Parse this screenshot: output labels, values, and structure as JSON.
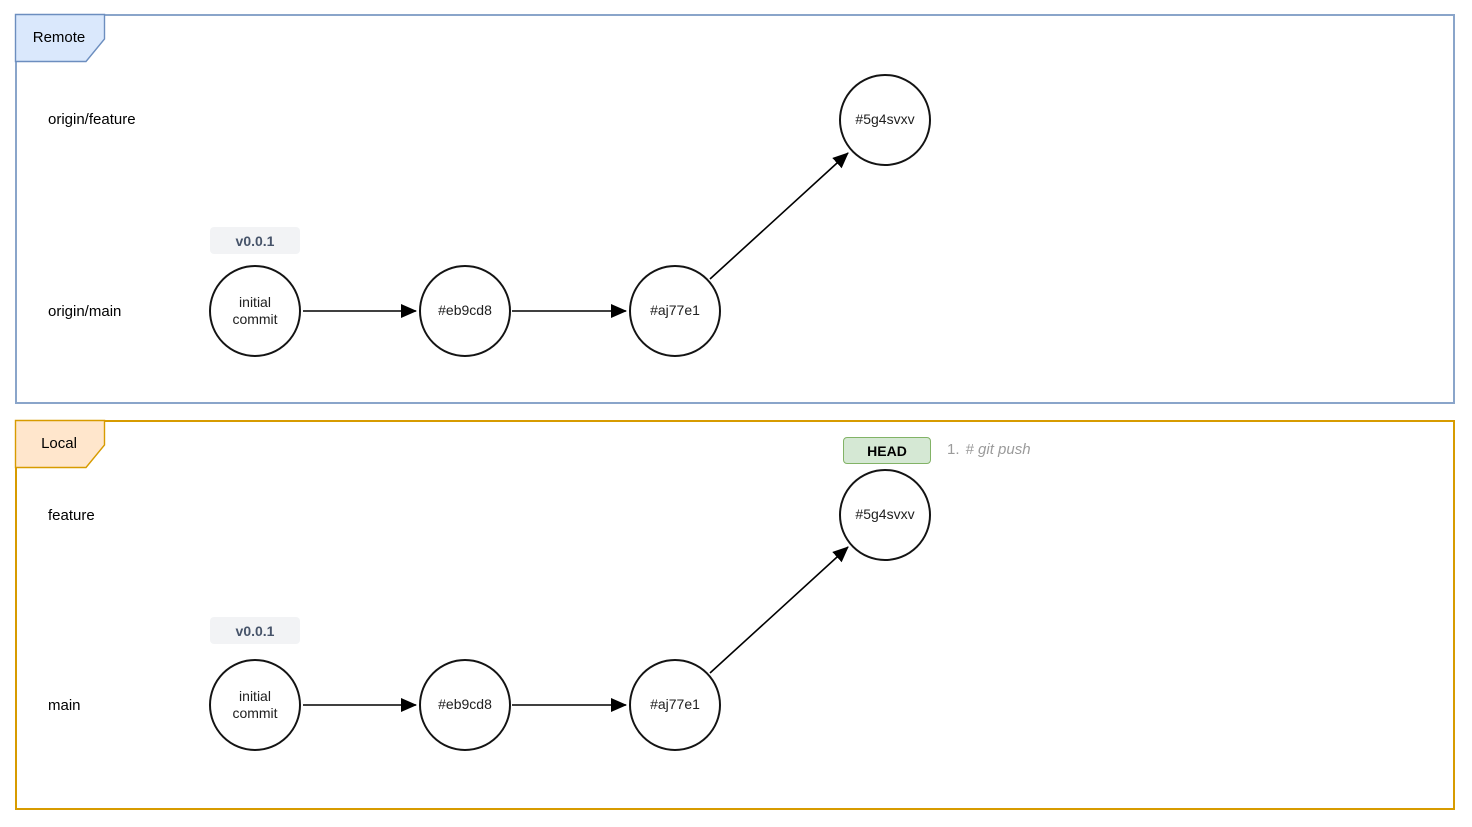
{
  "diagram": {
    "remote": {
      "title": "Remote",
      "branch_feature_label": "origin/feature",
      "branch_main_label": "origin/main",
      "tag": "v0.0.1",
      "commits": [
        {
          "label": "initial commit"
        },
        {
          "label": "#eb9cd8"
        },
        {
          "label": "#aj77e1"
        },
        {
          "label": "#5g4svxv"
        }
      ]
    },
    "local": {
      "title": "Local",
      "branch_feature_label": "feature",
      "branch_main_label": "main",
      "tag": "v0.0.1",
      "head_badge": "HEAD",
      "annotation_number": "1.",
      "annotation_command": "# git push",
      "commits": [
        {
          "label": "initial commit"
        },
        {
          "label": "#eb9cd8"
        },
        {
          "label": "#aj77e1"
        },
        {
          "label": "#5g4svxv"
        }
      ]
    },
    "colors": {
      "remote_tab_fill": "#dae8fc",
      "remote_tab_border": "#6c8ebf",
      "remote_container_border": "#8aa5ca",
      "local_tab_fill": "#ffe6cc",
      "local_tab_border": "#d79b00",
      "local_container_border": "#d79b00",
      "head_fill": "#d5e8d4",
      "head_border": "#82b366",
      "tag_fill": "#f2f3f5",
      "tag_text": "#47546a",
      "annotation_text": "#9b9b9b",
      "node_stroke": "#141414"
    }
  }
}
